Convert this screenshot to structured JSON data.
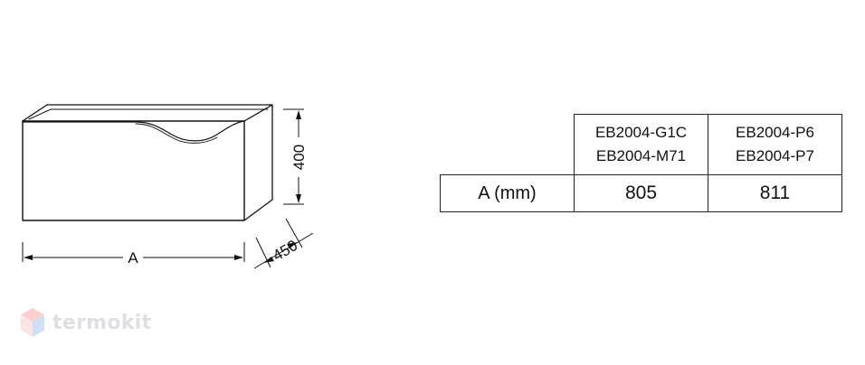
{
  "drawing": {
    "dim_width_label": "A",
    "dim_height_label": "400",
    "dim_depth_label": "450"
  },
  "table": {
    "columns": [
      {
        "models": [
          "EB2004-G1C",
          "EB2004-M71"
        ]
      },
      {
        "models": [
          "EB2004-P6",
          "EB2004-P7"
        ]
      }
    ],
    "row": {
      "label": "A (mm)",
      "values": [
        "805",
        "811"
      ]
    }
  },
  "watermark": {
    "text": "termokit",
    "colors": {
      "top": "#e8554e",
      "left": "#f4a09a",
      "right": "#5a8ee0"
    }
  }
}
